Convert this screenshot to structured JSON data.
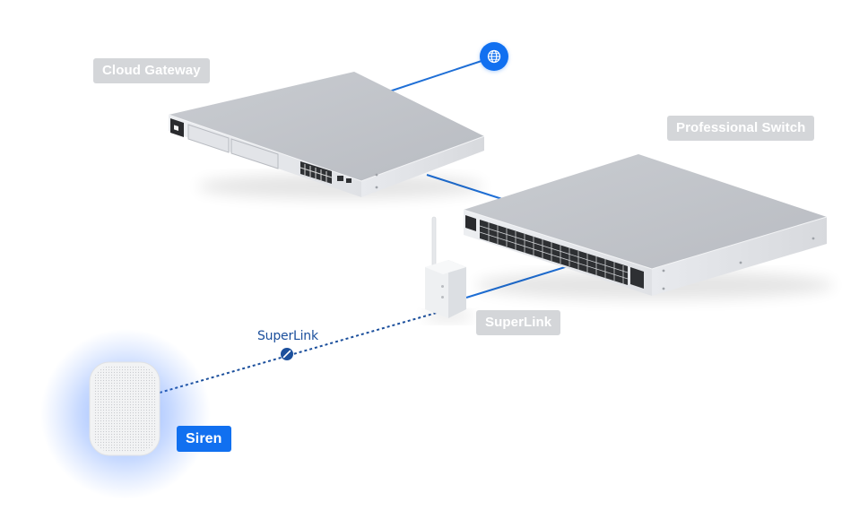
{
  "devices": {
    "gateway": {
      "label": "Cloud Gateway"
    },
    "switch": {
      "label": "Professional Switch"
    },
    "superlink": {
      "label": "SuperLink"
    },
    "siren": {
      "label": "Siren"
    }
  },
  "connections": {
    "wireless_link_label": "SuperLink"
  },
  "icons": {
    "internet": "globe-icon",
    "wireless_link": "link-icon"
  },
  "colors": {
    "accent": "#1170f0",
    "link_line": "#1f6fd6",
    "wireless_line": "#1b4f9c",
    "label_gray": "#d4d6d9",
    "device_body": "#d9dbdf"
  }
}
